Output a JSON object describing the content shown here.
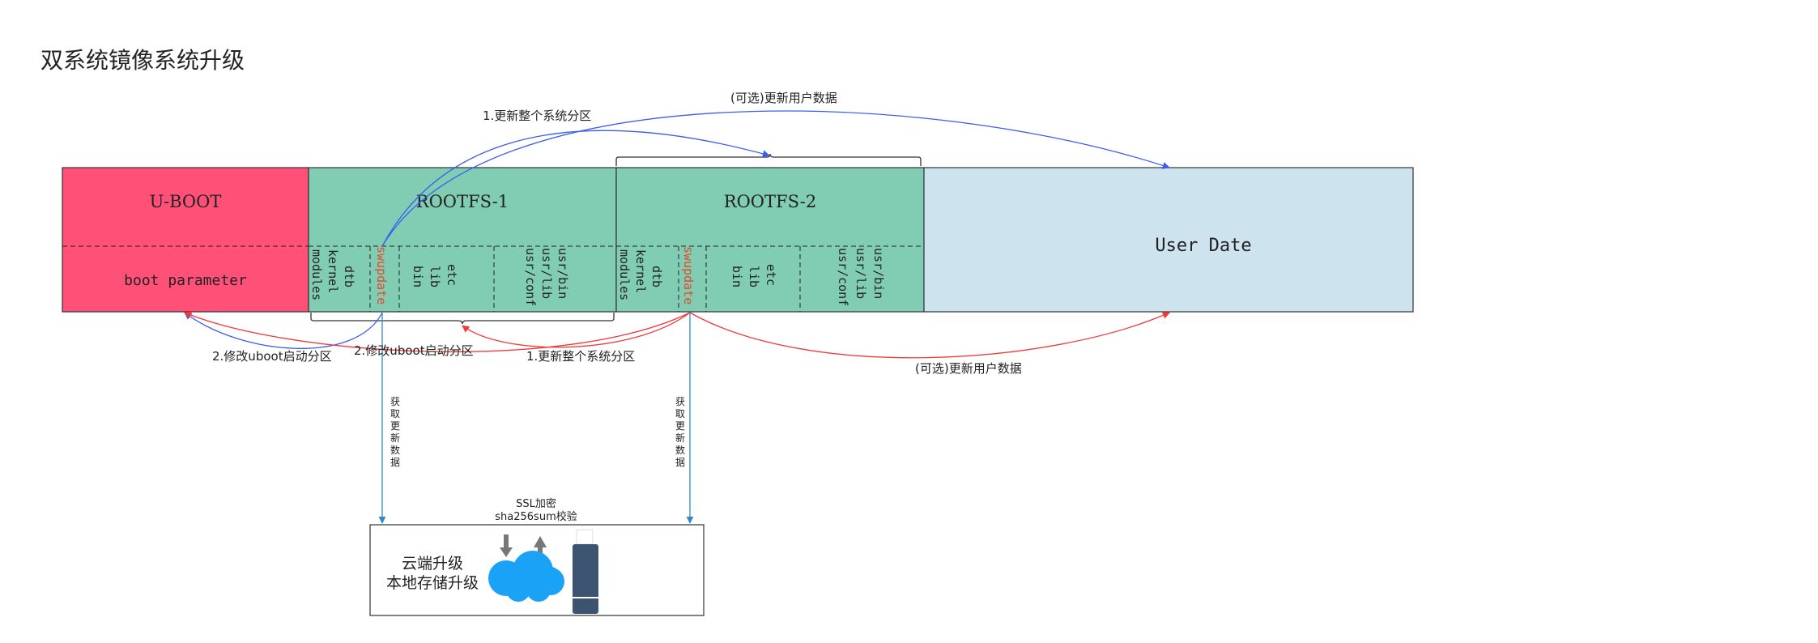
{
  "title": "双系统镜像系统升级",
  "colors": {
    "uboot": "#ff5078",
    "rootfs": "#80cdb4",
    "userdata": "#cde4ef",
    "blue_arrow": "#3c5cf0",
    "red_arrow": "#f03a3a",
    "fetch_arrow": "#2f8cc0",
    "cloud": "#1aa3f6",
    "usb": "#3c5470",
    "swupdate_text": "#e8482a"
  },
  "partitions": {
    "uboot": {
      "label": "U-BOOT",
      "sub": "boot parameter"
    },
    "rootfs1": {
      "label": "ROOTFS-1",
      "cols": [
        [
          "modules",
          "kernel",
          "dtb"
        ],
        [
          "swupdate"
        ],
        [
          "bin",
          "lib",
          "etc"
        ],
        [
          "usr/conf",
          "usr/lib",
          "usr/bin"
        ]
      ]
    },
    "rootfs2": {
      "label": "ROOTFS-2",
      "cols": [
        [
          "modules",
          "kernel",
          "dtb"
        ],
        [
          "swupdate"
        ],
        [
          "bin",
          "lib",
          "etc"
        ],
        [
          "usr/conf",
          "usr/lib",
          "usr/bin"
        ]
      ]
    },
    "userdata": {
      "label": "User Date"
    }
  },
  "arrows": {
    "top_update_system": "1.更新整个系统分区",
    "top_optional_user": "(可选)更新用户数据",
    "bottom_modify_uboot_1": "2.修改uboot启动分区",
    "bottom_modify_uboot_2": "2.修改uboot启动分区",
    "bottom_update_system": "1.更新整个系统分区",
    "bottom_optional_user": "(可选)更新用户数据",
    "fetch_left": "获取更新数据",
    "fetch_right": "获取更新数据"
  },
  "source_box": {
    "ssl_label": "SSL加密",
    "sha_label": "sha256sum校验",
    "line1": "云端升级",
    "line2": "本地存储升级"
  }
}
